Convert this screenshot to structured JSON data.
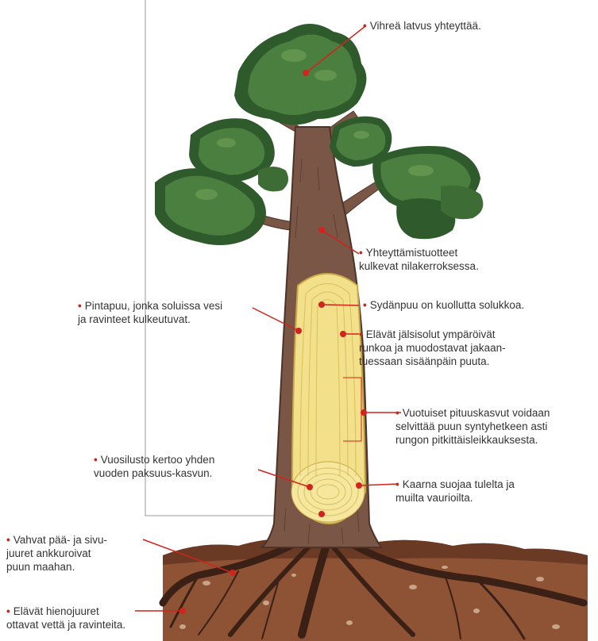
{
  "labels": {
    "crown": {
      "text": "Vihreä latvus yhteyttää."
    },
    "phloem": {
      "line1": "Yhteyttämistuotteet",
      "line2": "kulkevat nilakerroksessa."
    },
    "sapwood": {
      "line1": "Pintapuu, jonka soluissa vesi",
      "line2": "ja ravinteet kulkeutuvat."
    },
    "heartwood": {
      "text": "Sydänpuu on kuollutta solukkoa."
    },
    "cambium": {
      "line1": "Elävät jälsisolut ympäröivät",
      "line2": "runkoa ja muodostavat jakaan-",
      "line3": "tuessaan sisäänpäin puuta."
    },
    "growth": {
      "line1": "Vuotuiset pituuskasvut voidaan",
      "line2": "selvittää puun syntyhetkeen asti",
      "line3": "rungon pitkittäisleikkauksesta."
    },
    "ring": {
      "line1": "Vuosilusto kertoo yhden",
      "line2": "vuoden paksuus-kasvun."
    },
    "bark": {
      "line1": "Kaarna suojaa tulelta ja",
      "line2": "muilta vaurioilta."
    },
    "mainroots": {
      "line1": "Vahvat pää- ja sivu-",
      "line2": "juuret ankkuroivat",
      "line3": "puun maahan."
    },
    "fineroots": {
      "line1": "Elävät hienojuuret",
      "line2": "ottavat vettä ja ravinteita."
    }
  },
  "bullet": "•",
  "colors": {
    "leaf_dark": "#2f5b2c",
    "leaf": "#4b7f3f",
    "leaf_light": "#6c9c55",
    "bark": "#7a5646",
    "bark_dark": "#4e3328",
    "wood": "#f3e08a",
    "wood_line": "#d9bf5e",
    "soil": "#8e5234",
    "soil_dark": "#4a2719",
    "pointer": "#d0241c"
  }
}
